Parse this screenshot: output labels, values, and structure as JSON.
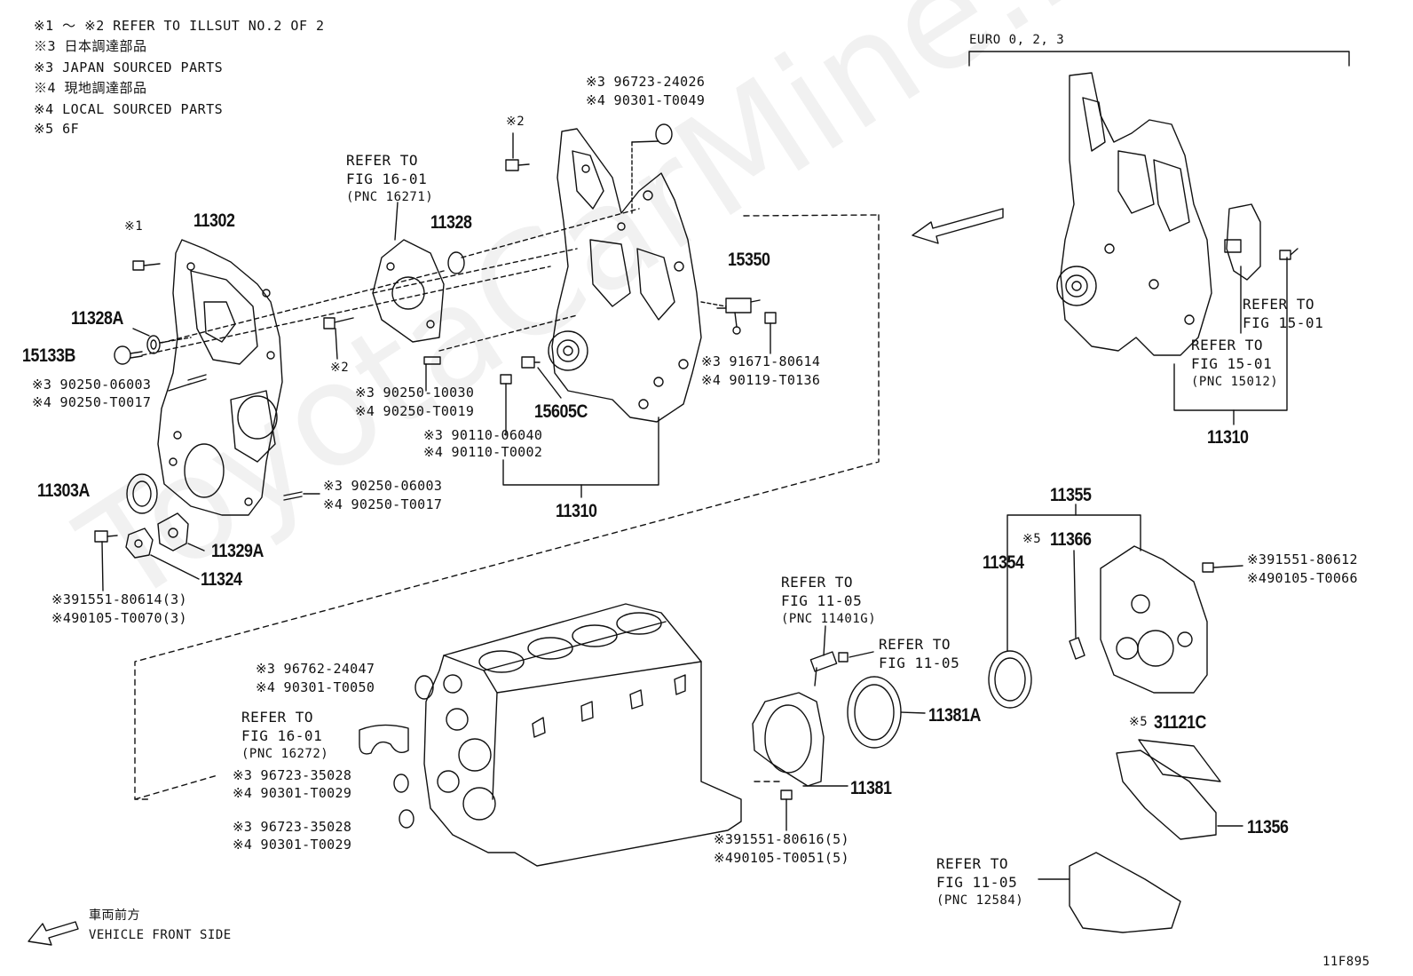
{
  "notes": [
    "※1 ～ ※2 REFER TO ILLSUT NO.2 OF 2",
    "※3 日本調達部品",
    "※3 JAPAN SOURCED PARTS",
    "※4 現地調達部品",
    "※4 LOCAL SOURCED PARTS",
    "※5 6F"
  ],
  "watermark": "ToyotaCarMine.ru",
  "euro_label": "EURO 0, 2, 3",
  "front_side": {
    "jp": "車両前方",
    "en": "VEHICLE FRONT SIDE"
  },
  "figure_code": "11F895",
  "parts": {
    "p11302": "11302",
    "p11328A": "11328A",
    "p15133B": "15133B",
    "p11303A": "11303A",
    "p11329A": "11329A",
    "p11324": "11324",
    "p11328": "11328",
    "p15350": "15350",
    "p15605C": "15605C",
    "p11310_left": "11310",
    "p11310_right": "11310",
    "p11355": "11355",
    "p11366": "11366",
    "p11354": "11354",
    "p31121C": "31121C",
    "p11356": "11356",
    "p11381A": "11381A",
    "p11381": "11381"
  },
  "marks": {
    "m1": "※1",
    "m2a": "※2",
    "m2b": "※2",
    "m5a": "※5",
    "m5b": "※5"
  },
  "labels": {
    "a1": "※3 90250-06003",
    "a2": "※4 90250-T0017",
    "b1": "※3 90250-06003",
    "b2": "※4 90250-T0017",
    "c1": "※391551-80614(3)",
    "c2": "※490105-T0070(3)",
    "d1": "※3 90250-10030",
    "d2": "※4 90250-T0019",
    "e1": "※3 90110-06040",
    "e2": "※4 90110-T0002",
    "f1": "※3 96723-24026",
    "f2": "※4 90301-T0049",
    "g1": "※3 91671-80614",
    "g2": "※4 90119-T0136",
    "h1": "※3 96762-24047",
    "h2": "※4 90301-T0050",
    "i1": "※3 96723-35028",
    "i2": "※4 90301-T0029",
    "j1": "※3 96723-35028",
    "j2": "※4 90301-T0029",
    "k1": "※391551-80616(5)",
    "k2": "※490105-T0051(5)",
    "l1": "※391551-80612",
    "l2": "※490105-T0066"
  },
  "refs": {
    "r1": [
      "REFER TO",
      "FIG 16-01",
      "(PNC 16271)"
    ],
    "r2": [
      "REFER TO",
      "FIG 15-01"
    ],
    "r3": [
      "REFER TO",
      "FIG 15-01",
      "(PNC 15012)"
    ],
    "r4": [
      "REFER TO",
      "FIG 11-05",
      "(PNC 11401G)"
    ],
    "r5": [
      "REFER TO",
      "FIG 11-05"
    ],
    "r6": [
      "REFER TO",
      "FIG 16-01",
      "(PNC 16272)"
    ],
    "r7": [
      "REFER TO",
      "FIG 11-05",
      "(PNC 12584)"
    ]
  }
}
